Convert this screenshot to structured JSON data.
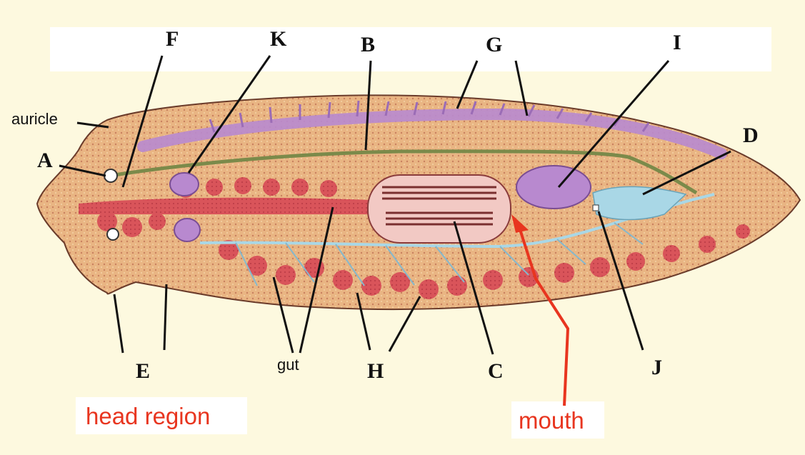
{
  "labels": {
    "A": "A",
    "B": "B",
    "C": "C",
    "D": "D",
    "E": "E",
    "F": "F",
    "G": "G",
    "H": "H",
    "I": "I",
    "J": "J",
    "K": "K",
    "auricle": "auricle",
    "gut": "gut",
    "head_region": "head region",
    "mouth": "mouth"
  },
  "colors": {
    "background": "#fdf9df",
    "body_fill": "#e9b583",
    "gut": "#d9545a",
    "nerve_purple": "#b889cf",
    "excretory_blue": "#a9d7e6",
    "pharynx": "#f2c9c4",
    "leader_black": "#111111",
    "leader_red": "#e8351f"
  }
}
